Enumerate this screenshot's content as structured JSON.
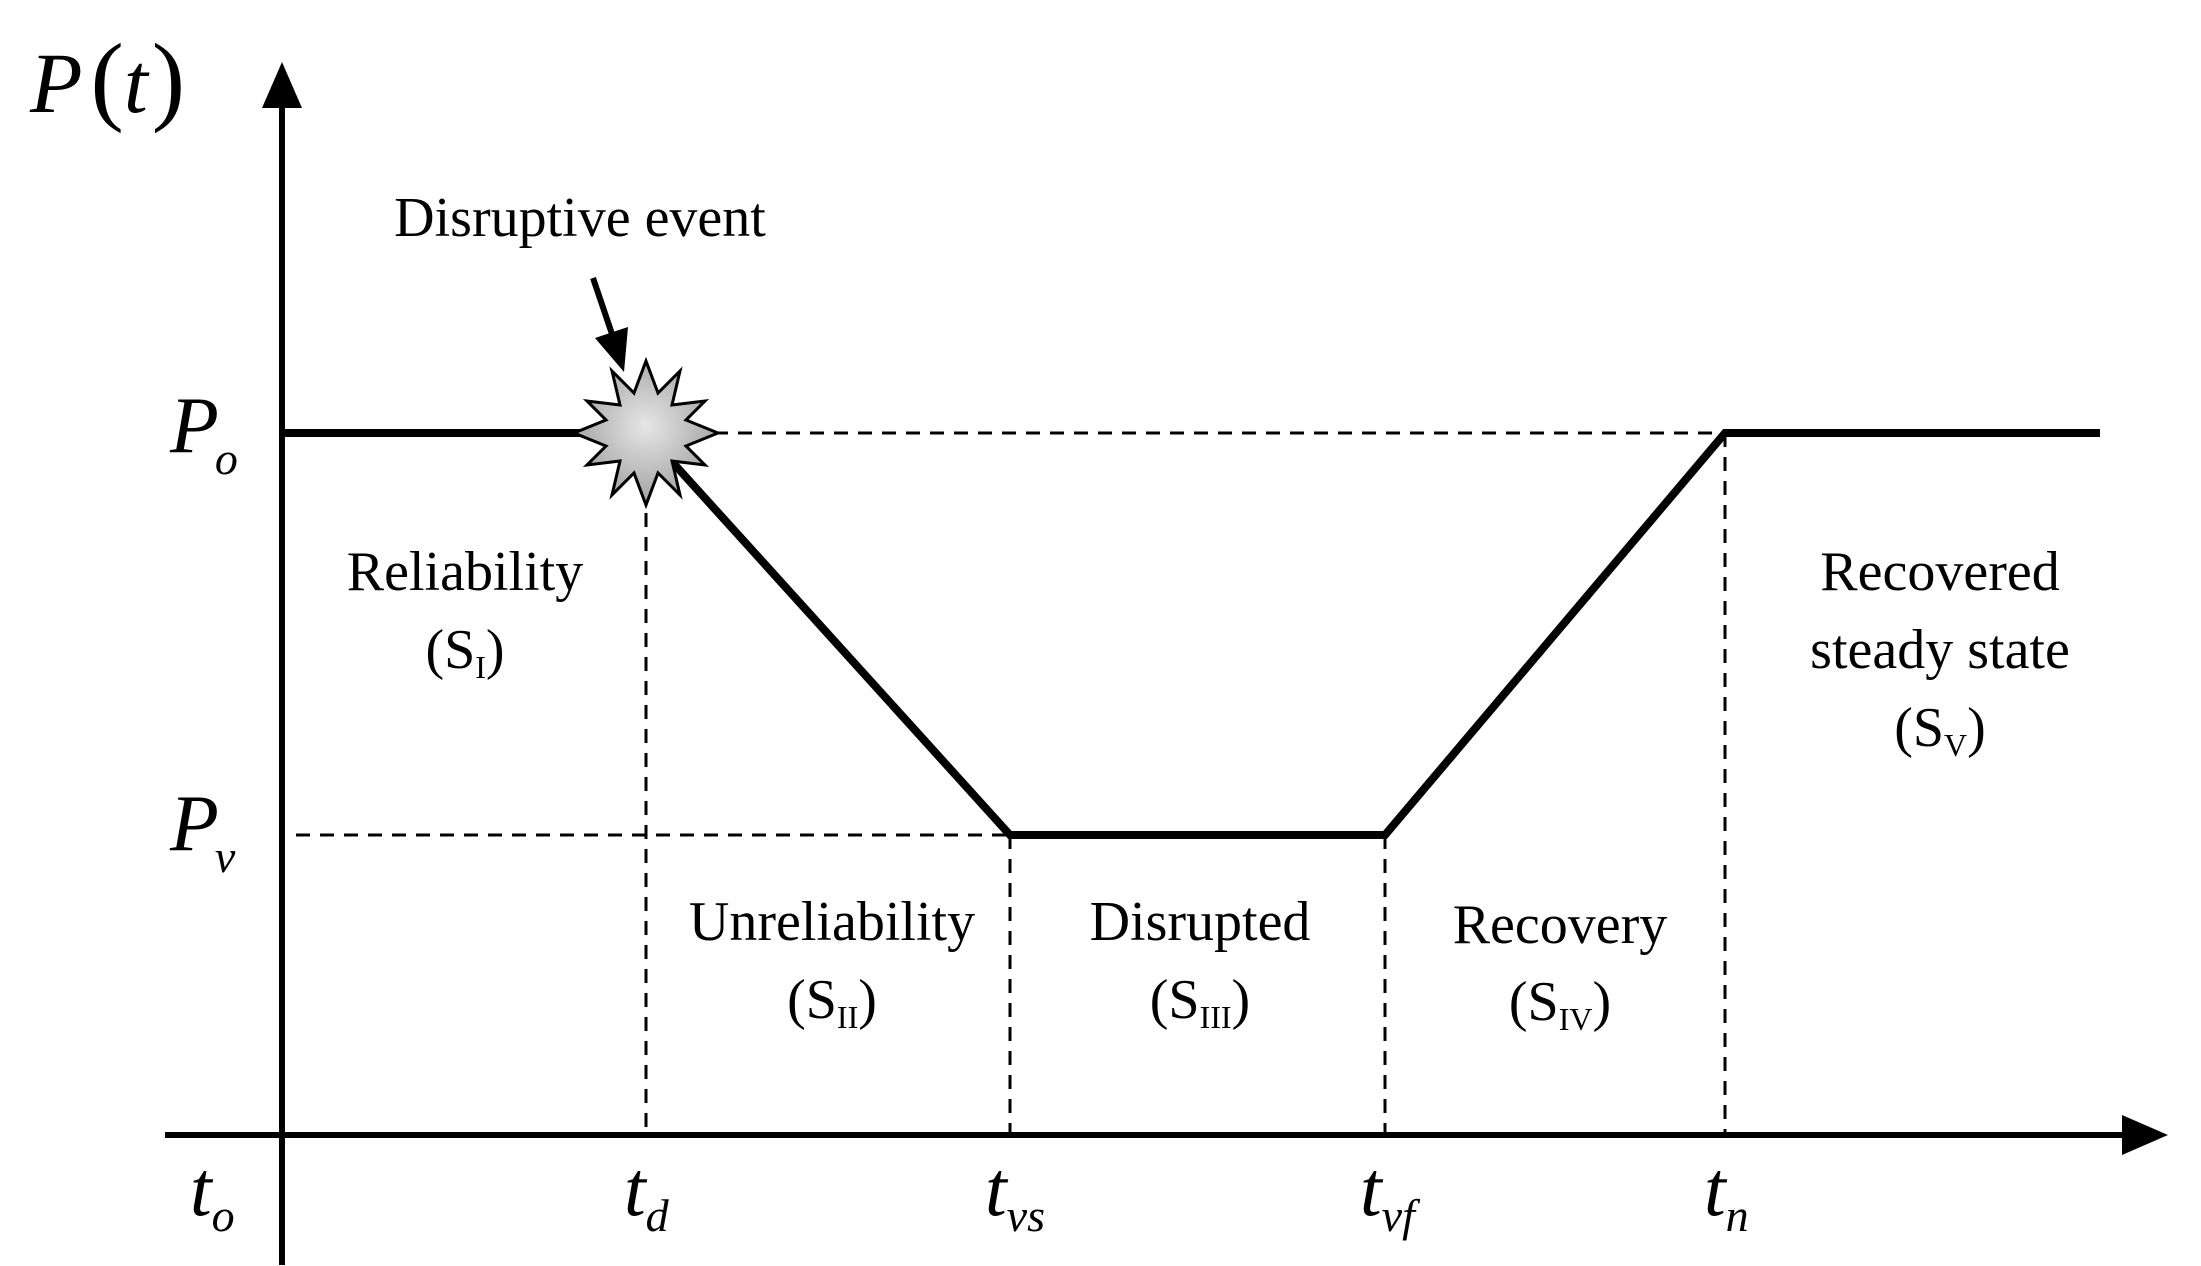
{
  "axes": {
    "y_label": {
      "main": "P",
      "open": "(",
      "var": "t",
      "close": ")"
    },
    "y_ticks": [
      {
        "main": "P",
        "sub": "o"
      },
      {
        "main": "P",
        "sub": "v"
      }
    ],
    "x_ticks": [
      {
        "main": "t",
        "sub": "o"
      },
      {
        "main": "t",
        "sub": "d"
      },
      {
        "main": "t",
        "sub": "vs"
      },
      {
        "main": "t",
        "sub": "vf"
      },
      {
        "main": "t",
        "sub": "n"
      }
    ]
  },
  "event": {
    "label": "Disruptive event",
    "icon": "explosion-burst-icon",
    "fill": "#b9b9b9"
  },
  "stages": {
    "reliability": {
      "name": "Reliability",
      "open": "(S",
      "sub": "I",
      "close": ")"
    },
    "unreliability": {
      "name": "Unreliability",
      "open": "(S",
      "sub": "II",
      "close": ")"
    },
    "disrupted": {
      "name": "Disrupted",
      "open": "(S",
      "sub": "III",
      "close": ")"
    },
    "recovery": {
      "name": "Recovery",
      "open": "(S",
      "sub": "IV",
      "close": ")"
    },
    "recovered": {
      "line1": "Recovered",
      "line2": "steady state",
      "open": "(S",
      "sub": "V",
      "close": ")"
    }
  }
}
